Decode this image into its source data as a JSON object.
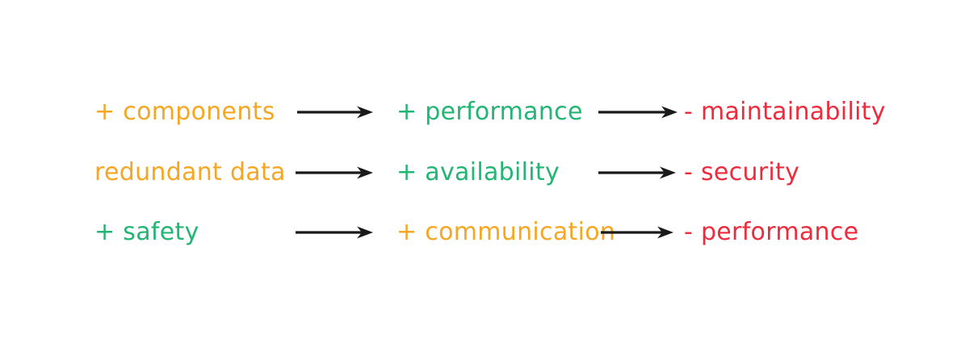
{
  "diagram": {
    "type": "causal-tradeoff-chain",
    "background_color": "#ffffff",
    "colors": {
      "orange": "#f5a623",
      "green": "#22b573",
      "red": "#ee2b3c",
      "arrow": "#1a1a1a"
    },
    "arrow_icon": "right-arrow-icon",
    "rows": [
      {
        "source": {
          "label": "+ components",
          "color": "#f5a623"
        },
        "middle": {
          "label": "+ performance",
          "color": "#22b573"
        },
        "target": {
          "label": "- maintainability",
          "color": "#ee2b3c"
        }
      },
      {
        "source": {
          "label": "redundant data",
          "color": "#f5a623"
        },
        "middle": {
          "label": "+ availability",
          "color": "#22b573"
        },
        "target": {
          "label": "- security",
          "color": "#ee2b3c"
        }
      },
      {
        "source": {
          "label": "+ safety",
          "color": "#22b573"
        },
        "middle": {
          "label": "+ communication",
          "color": "#f5a623"
        },
        "target": {
          "label": "- performance",
          "color": "#ee2b3c"
        }
      }
    ]
  }
}
